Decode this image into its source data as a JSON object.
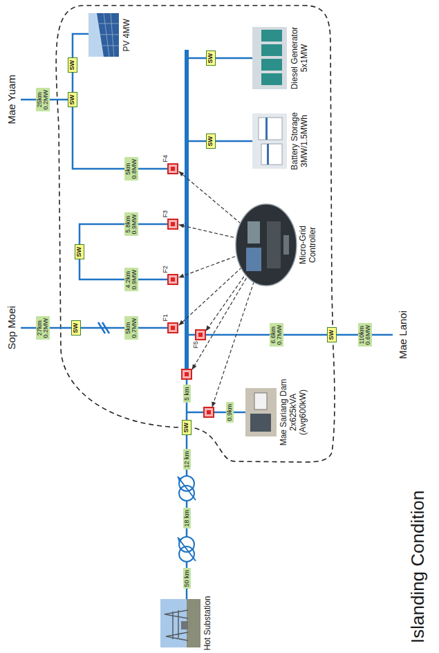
{
  "diagram": {
    "nodes": [
      {
        "text": [
          "SW"
        ]
      },
      {
        "text": [
          "SW"
        ]
      },
      {
        "text": [
          "SW"
        ]
      },
      {
        "text": [
          "SW"
        ]
      },
      {
        "text": [
          "SW"
        ]
      },
      {
        "text": [
          "SW"
        ]
      },
      {
        "text": [
          "SW"
        ]
      },
      {
        "text": [
          "SW"
        ]
      },
      {
        "text": [
          "Micro-Grid Controller"
        ]
      }
    ],
    "edges": [
      {
        "from": 0,
        "to": 8,
        "arrow": "both"
      },
      {
        "from": 1,
        "to": 8,
        "arrow": "both"
      },
      {
        "from": 2,
        "to": 8,
        "arrow": "both"
      },
      {
        "from": 3,
        "to": 8,
        "arrow": "both"
      },
      {
        "from": 4,
        "to": 8,
        "arrow": "both"
      },
      {
        "from": 5,
        "to": 8,
        "arrow": "both"
      },
      {
        "from": 6,
        "to": 8,
        "arrow": "both"
      },
      {
        "from": 7,
        "to": 8,
        "arrow": "both"
      }
    ],
    "labels": [
      "Hot Substation",
      "50 km",
      "18 km",
      "12 km",
      "5 km",
      "0.9km",
      "Mae Sariang Dam 2x625kVA (Avg600kW)",
      "Sop Moei",
      "27km 0.2MW",
      "5km 0.7MW",
      "F1",
      "4.2km 0.9MW",
      "F2",
      "5.8km 0.9MW",
      "F3",
      "5km 0.8MW",
      "F4",
      "Mae Yuam",
      "25km 0.2MW",
      "PV 4MW",
      "F5",
      "6.6km 0.7MW",
      "110km 0.6MW",
      "Mae Lanoi",
      "Battery Storage 3MW/1.5MWh",
      "Diesel Generator 5x1MW",
      "Islanding Condition"
    ]
  }
}
